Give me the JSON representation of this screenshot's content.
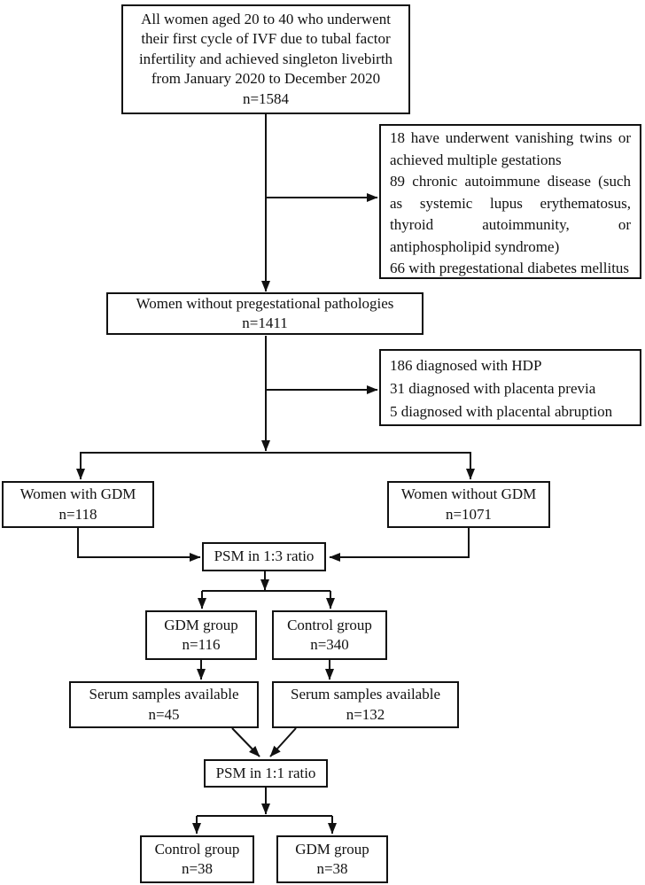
{
  "flowchart": {
    "boxes": {
      "eligible": {
        "text": "All women aged 20 to 40 who underwent their first cycle of IVF due to tubal factor infertility and achieved singleton livebirth from January 2020 to December 2020",
        "n": "n=1584"
      },
      "exclusion1": {
        "items": [
          "18 have underwent vanishing twins or achieved multiple gestations",
          "89 chronic autoimmune disease (such as systemic lupus erythematosus, thyroid autoimmunity, or antiphospholipid syndrome)",
          "66 with pregestational diabetes mellitus"
        ]
      },
      "no_pregestational": {
        "text": "Women without pregestational pathologies",
        "n": "n=1411"
      },
      "exclusion2": {
        "items": [
          "186 diagnosed with HDP",
          "31 diagnosed with placenta previa",
          "5 diagnosed with placental abruption"
        ]
      },
      "with_gdm": {
        "text": "Women with GDM",
        "n": "n=118"
      },
      "without_gdm": {
        "text": "Women without GDM",
        "n": "n=1071"
      },
      "psm13": {
        "text": "PSM in 1:3 ratio"
      },
      "gdm_group": {
        "text": "GDM group",
        "n": "n=116"
      },
      "control_group": {
        "text": "Control group",
        "n": "n=340"
      },
      "serum_gdm": {
        "text": "Serum samples available",
        "n": "n=45"
      },
      "serum_control": {
        "text": "Serum samples available",
        "n": "n=132"
      },
      "psm11": {
        "text": "PSM in 1:1 ratio"
      },
      "final_control": {
        "text": "Control group",
        "n": "n=38"
      },
      "final_gdm": {
        "text": "GDM group",
        "n": "n=38"
      }
    },
    "line_color": "#111111"
  }
}
